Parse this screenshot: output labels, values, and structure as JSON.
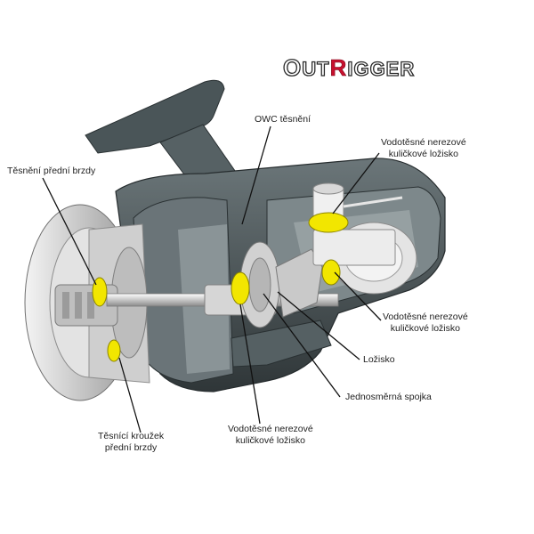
{
  "logo": {
    "part1": "O",
    "part2": "UT",
    "part3": "R",
    "part4": "IGGER",
    "accent_color": "#c8102e"
  },
  "labels": {
    "owc_seal": "OWC těsnění",
    "front_drag_seal": "Těsnění přední brzdy",
    "bearing_top_right": [
      "Vodotěsné nerezové",
      "kuličkové ložisko"
    ],
    "bearing_mid_right": [
      "Vodotěsné nerezové",
      "kuličkové ložisko"
    ],
    "bearing": "Ložisko",
    "one_way_clutch": "Jednosměrná spojka",
    "bearing_bottom": [
      "Vodotěsné nerezové",
      "kuličkové ložisko"
    ],
    "front_drag_ring": [
      "Těsnící kroužek",
      "přední brzdy"
    ]
  },
  "colors": {
    "body_dark": "#3e474a",
    "body_mid": "#5b6568",
    "spool_light": "#d9d9d9",
    "seal_yellow": "#f2e600",
    "line": "#111111"
  }
}
